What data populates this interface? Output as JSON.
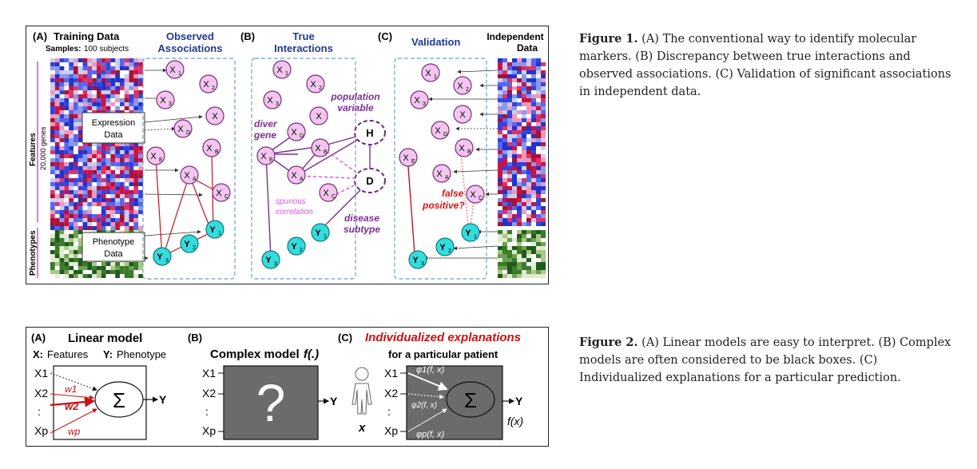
{
  "figure1": {
    "panel_a": {
      "label": "(A)",
      "title": "Training Data",
      "samples_label": "Samples:",
      "samples_value": "100 subjects",
      "features_label": "Features",
      "genes_label": "20,000 genes",
      "phenotypes_label": "Phenotypes",
      "expression_box": [
        "Expression",
        "Data"
      ],
      "phenotype_box": [
        "Phenotype",
        "Data"
      ]
    },
    "observed_title": [
      "Observed",
      "Associations"
    ],
    "panel_b": {
      "label": "(B)",
      "title": [
        "True",
        "Interactions"
      ],
      "population_label": [
        "population",
        "variable"
      ],
      "driver_label": [
        "diver",
        "gene"
      ],
      "spurious_label": [
        "spurious",
        "correlation"
      ],
      "disease_label": [
        "disease",
        "subtype"
      ],
      "node_h": "H",
      "node_d": "D"
    },
    "panel_c": {
      "label": "(C)",
      "title": "Validation",
      "independent_label": [
        "Independent",
        "Data"
      ],
      "false_positive_label": [
        "false",
        "positive?"
      ]
    },
    "nodes": {
      "x1": "X1",
      "x2": "X2",
      "x3": "X3",
      "x": "X",
      "xd": "XD",
      "xb": "XB",
      "xe": "XE",
      "xa": "XA",
      "xc": "XC",
      "y1": "Y1",
      "y2": "Y2",
      "y3": "Y3"
    },
    "caption_label": "Figure 1.",
    "caption_text": " (A) The conventional way to identify molecular markers. (B) Discrepancy between true interactions and observed associations. (C) Validation of significant associations in independent data."
  },
  "figure2": {
    "panel_a": {
      "label": "(A)",
      "title": "Linear model",
      "legend_x": "X:",
      "legend_x_text": "Features",
      "legend_y": "Y:",
      "legend_y_text": "Phenotype",
      "w1": "w1",
      "w2": "w2",
      "wp": "wp",
      "sum": "Σ",
      "output": "Y"
    },
    "panel_b": {
      "label": "(B)",
      "title": "Complex model",
      "title_math": "f(.)",
      "question": "?",
      "output": "Y"
    },
    "panel_c": {
      "label": "(C)",
      "title": "Individualized explanations",
      "subtitle": "for a particular patient",
      "phi1": "φ1(f, x)",
      "phi2": "φ2(f, x)",
      "phip": "φp(f, x)",
      "sum": "Σ",
      "output": "Y",
      "fx": "f(x)",
      "patient_x": "x"
    },
    "inputs": [
      "X1",
      "X2",
      ":",
      "Xp"
    ],
    "caption_label": "Figure 2.",
    "caption_text": " (A) Linear models are easy to interpret. (B) Complex models are often considered to be black boxes. (C) Individualized explanations for a particular prediction."
  },
  "colors": {
    "node_fill": "#f2c6ee",
    "node_stroke": "#7a2d7a",
    "y_fill": "#33dddd",
    "title_blue": "#1f3a93",
    "purple": "#7b3094",
    "magenta": "#e24ee2",
    "red": "#cc1111",
    "gray_box": "#6b6b6b"
  }
}
